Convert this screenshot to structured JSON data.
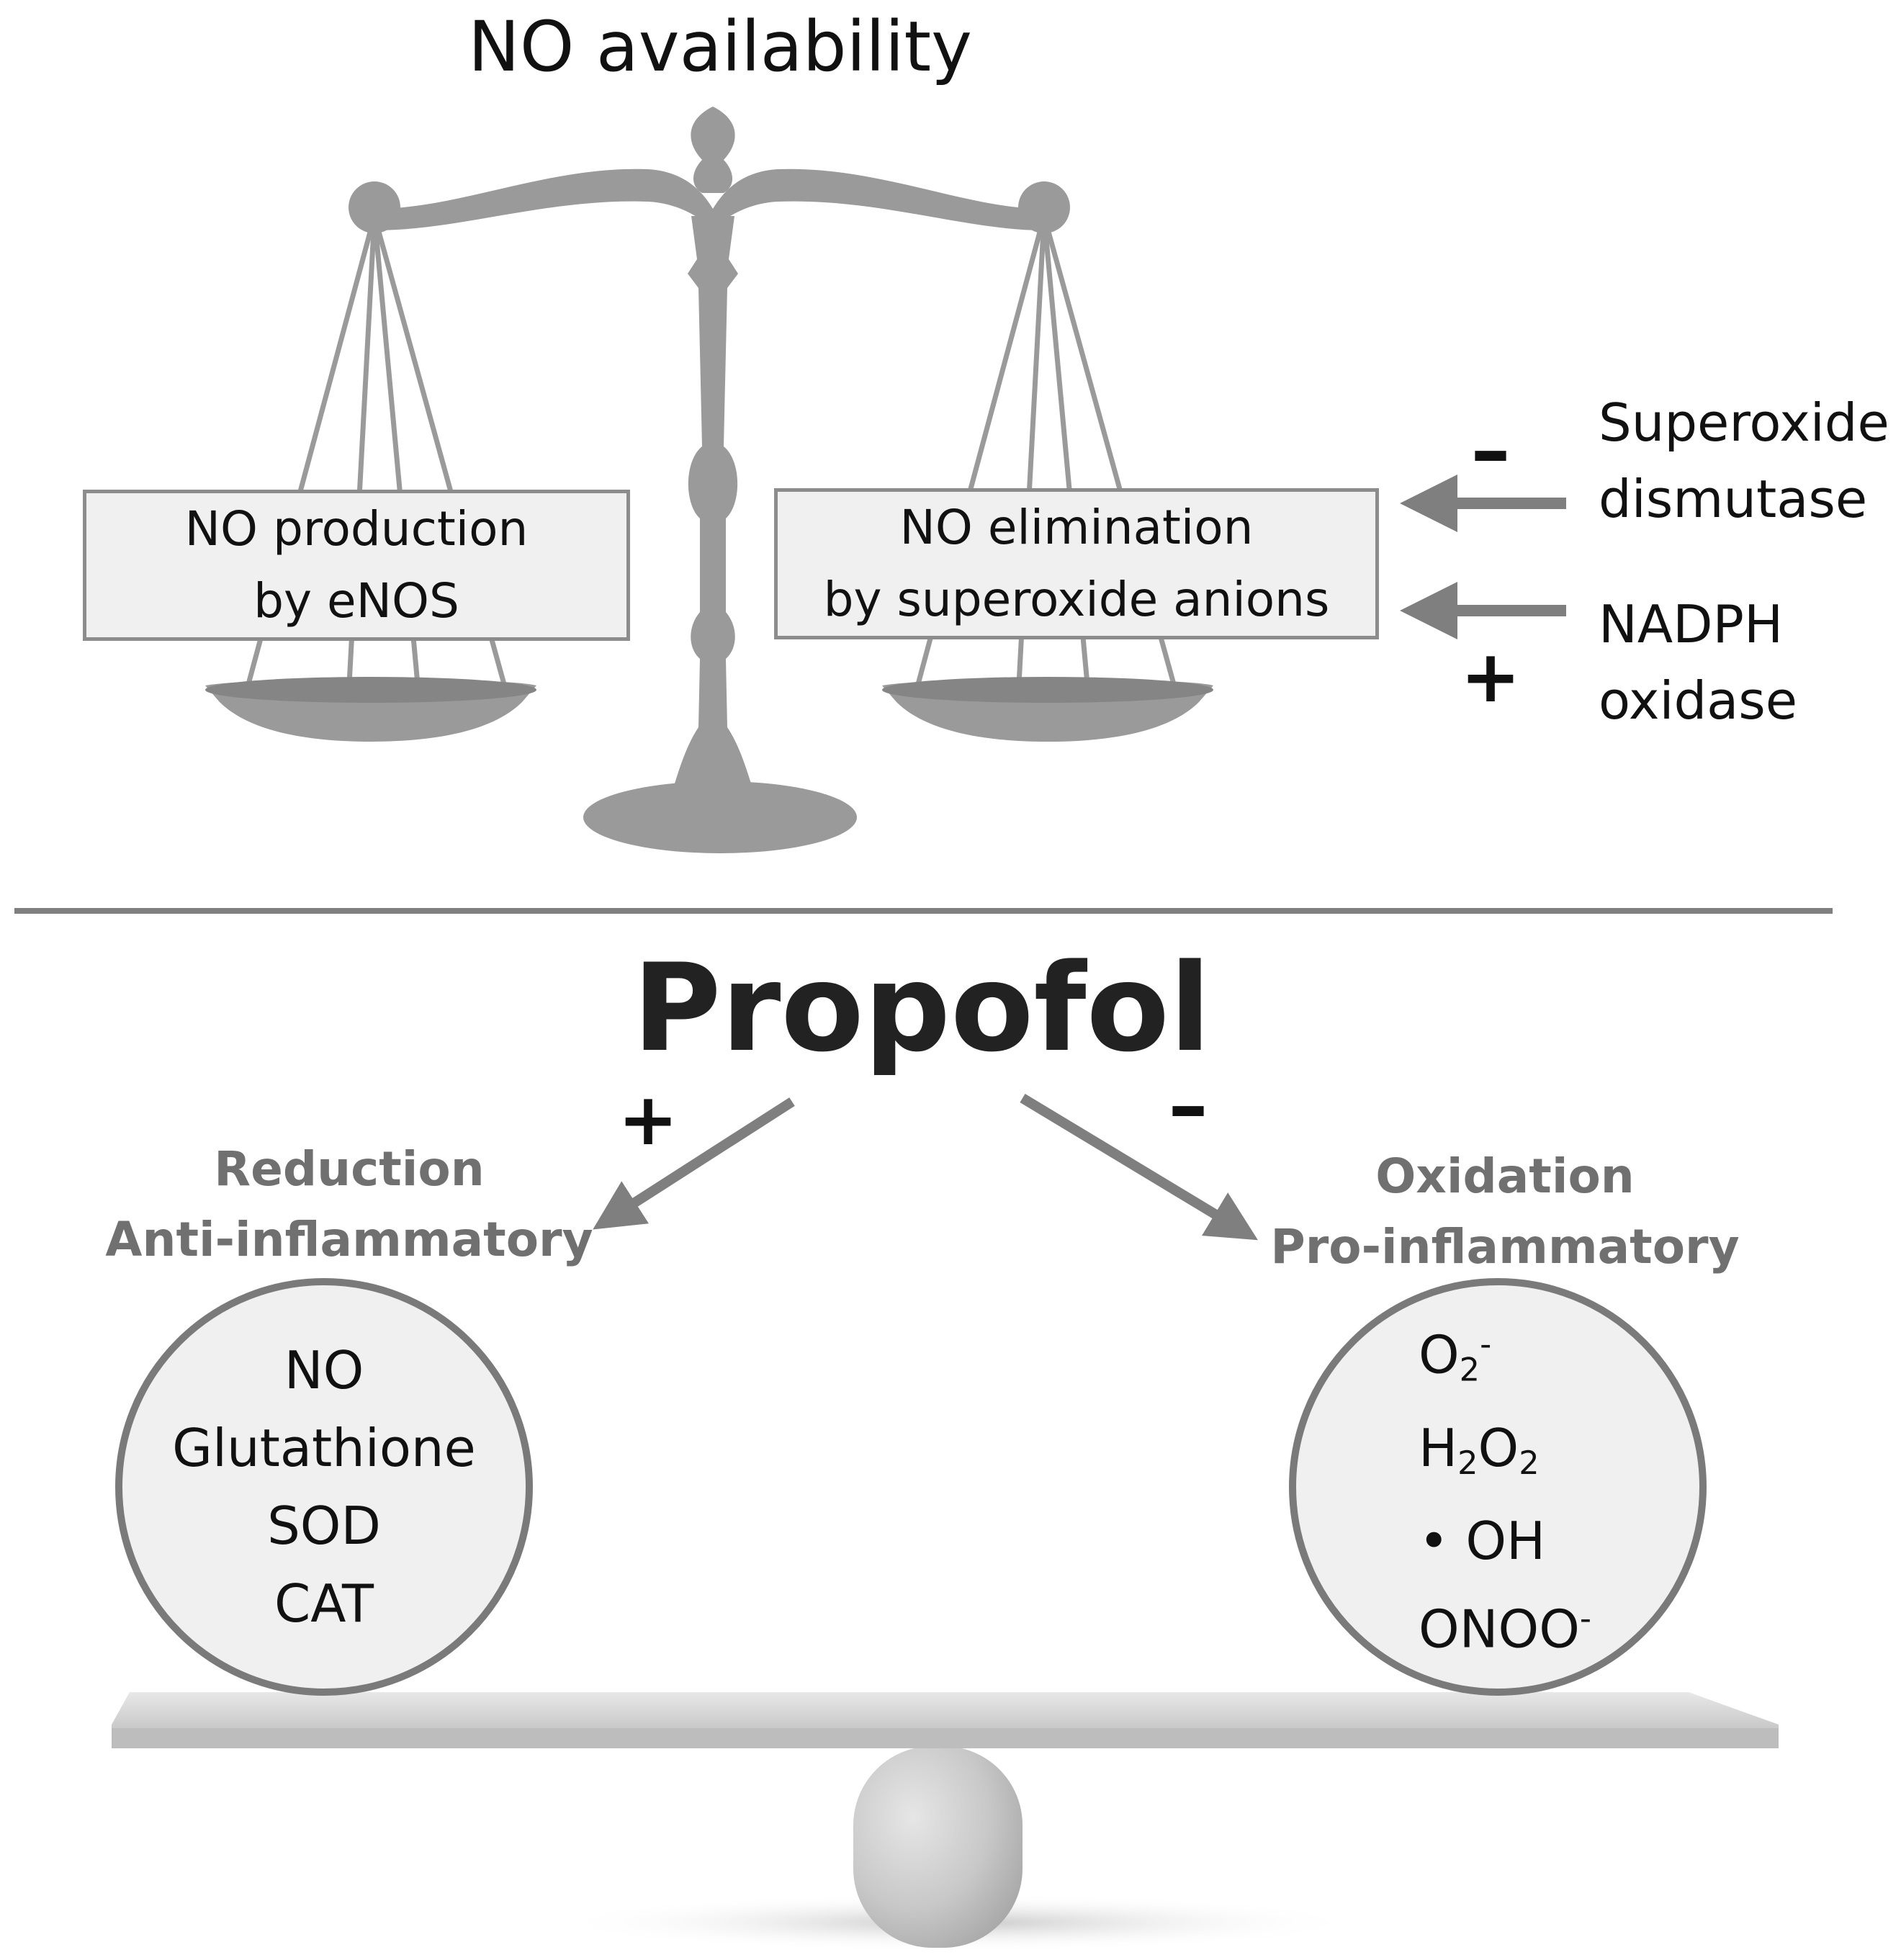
{
  "top": {
    "title": "NO availability",
    "left_pan": {
      "line1": "NO production",
      "line2": "by eNOS"
    },
    "right_pan": {
      "line1": "NO elimination",
      "line2": "by superoxide anions"
    },
    "modulators": [
      {
        "sign": "–",
        "line1": "Superoxide",
        "line2": "dismutase"
      },
      {
        "sign": "+",
        "line1": "NADPH",
        "line2": "oxidase"
      }
    ]
  },
  "bottom": {
    "title": "Propofol",
    "left": {
      "sign": "+",
      "heading1": "Reduction",
      "heading2": "Anti-inflammatory",
      "items": [
        "NO",
        "Glutathione",
        "SOD",
        "CAT"
      ]
    },
    "right": {
      "sign": "–",
      "heading1": "Oxidation",
      "heading2": "Pro-inflammatory",
      "items": [
        {
          "base": "O",
          "sub": "2",
          "sup": "-",
          "tail": ""
        },
        {
          "base": "H",
          "sub": "2",
          "sup": "",
          "tail": "O",
          "sub2": "2"
        },
        {
          "base": "• OH",
          "sub": "",
          "sup": "",
          "tail": ""
        },
        {
          "base": "ONOO",
          "sub": "",
          "sup": "-",
          "tail": ""
        }
      ]
    }
  },
  "colors": {
    "scale_gray": "#9a9a9a",
    "scale_dark": "#858585",
    "arrow_gray": "#7f7f7f",
    "label_box_fill": "#f0f0f0",
    "circle_border": "#7a7a7a",
    "heading_gray": "#707070"
  }
}
